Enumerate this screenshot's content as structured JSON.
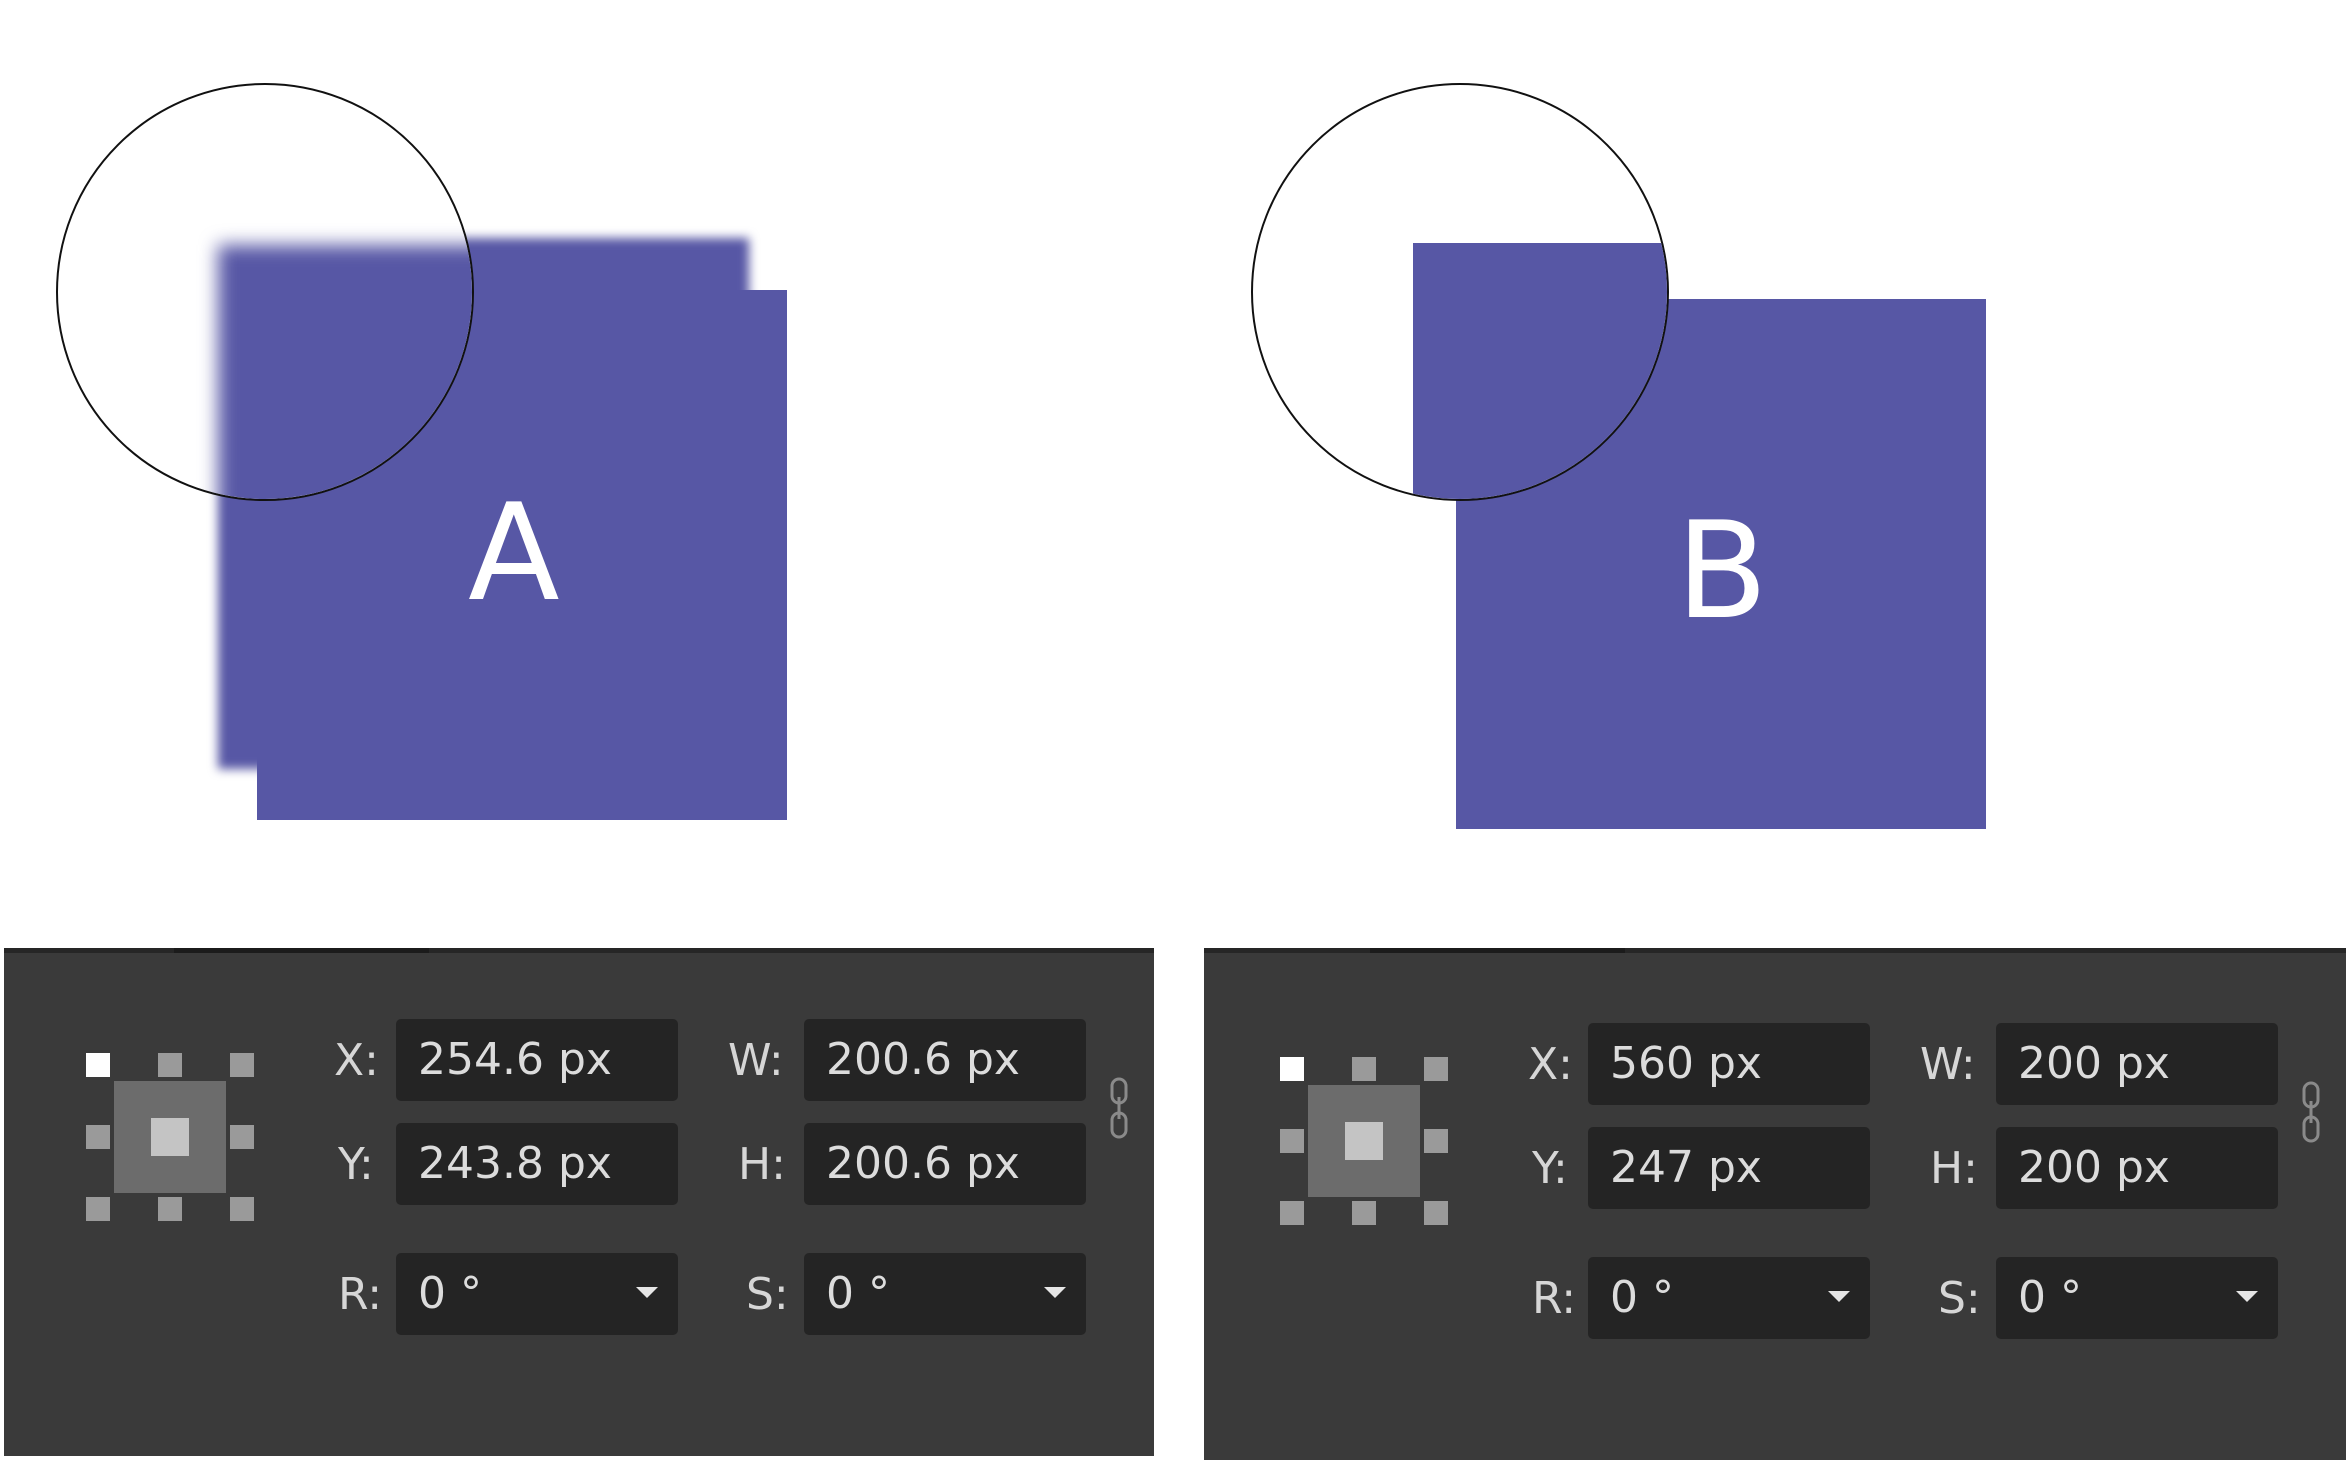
{
  "colors": {
    "shape_fill": "#5757a5",
    "panel_bg": "#3a3a3a",
    "field_bg": "#242424",
    "label_text": "#d6d6d6",
    "value_text": "#dcdcdc"
  },
  "examples": [
    {
      "letter": "A",
      "transform": {
        "x_label": "X:",
        "x_value": "254.6 px",
        "y_label": "Y:",
        "y_value": "243.8 px",
        "w_label": "W:",
        "w_value": "200.6 px",
        "h_label": "H:",
        "h_value": "200.6 px",
        "r_label": "R:",
        "r_value": "0 °",
        "s_label": "S:",
        "s_value": "0 °"
      },
      "anchor_icon": "anchor-grid-icon",
      "link_icon": "link-chain-icon",
      "dropdown_icon": "caret-down-icon"
    },
    {
      "letter": "B",
      "transform": {
        "x_label": "X:",
        "x_value": "560 px",
        "y_label": "Y:",
        "y_value": "247 px",
        "w_label": "W:",
        "w_value": "200 px",
        "h_label": "H:",
        "h_value": "200 px",
        "r_label": "R:",
        "r_value": "0 °",
        "s_label": "S:",
        "s_value": "0 °"
      },
      "anchor_icon": "anchor-grid-icon",
      "link_icon": "link-chain-icon",
      "dropdown_icon": "caret-down-icon"
    }
  ]
}
